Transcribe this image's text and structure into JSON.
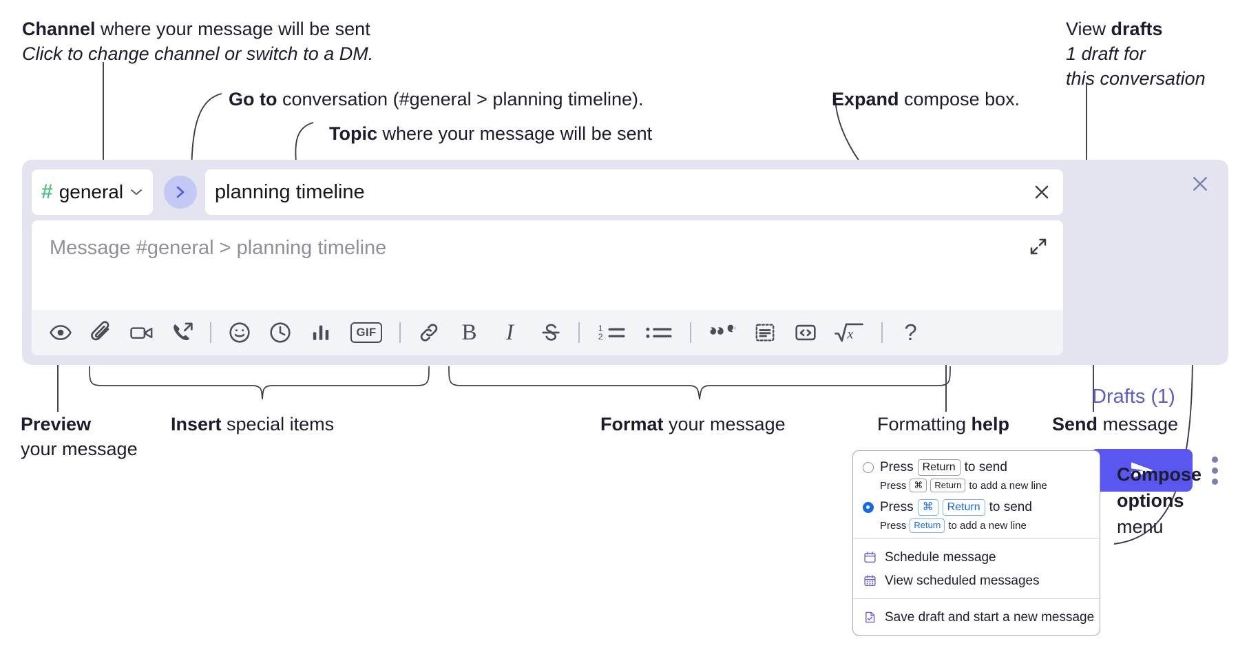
{
  "annotations": {
    "channel": {
      "line1_bold": "Channel",
      "line1_rest": " where your message will be sent",
      "line2_italic": "Click to change channel or switch to a DM."
    },
    "goto": {
      "bold": "Go to",
      "rest": " conversation (#general > planning timeline)."
    },
    "topic": {
      "bold": "Topic",
      "rest": " where your message will be sent"
    },
    "expand": {
      "bold": "Expand",
      "rest": " compose box."
    },
    "drafts": {
      "line1_plain": "View ",
      "line1_bold": "drafts",
      "line2_italic": "1 draft for",
      "line3_italic": "this conversation"
    },
    "preview": {
      "bold": "Preview",
      "line2": "your message"
    },
    "insert": {
      "bold": "Insert",
      "rest": " special items"
    },
    "format": {
      "bold": "Format",
      "rest": " your message"
    },
    "formatting_help": {
      "plain": "Formatting ",
      "bold": "help"
    },
    "send": {
      "bold": "Send",
      "rest": " message"
    },
    "compose_options": {
      "line1": "Compose",
      "line2": "options",
      "line3": "menu"
    }
  },
  "compose": {
    "channel": {
      "hash": "#",
      "name": "general",
      "chevron": "chevron-down"
    },
    "goto_button": {
      "glyph": "›"
    },
    "topic": {
      "value": "planning timeline",
      "clear": "close-icon"
    },
    "message": {
      "placeholder": "Message #general > planning timeline",
      "value": ""
    },
    "expand_icon": "expand-icon",
    "close_icon": "close-icon",
    "drafts_label": "Drafts (1)",
    "send_button": "send-icon",
    "overflow_button": "kebab-icon",
    "toolbar": [
      {
        "name": "preview-button",
        "icon": "eye",
        "kind": "svg"
      },
      {
        "name": "attach-button",
        "icon": "paperclip",
        "kind": "svg"
      },
      {
        "name": "video-clip-button",
        "icon": "video-camera",
        "kind": "svg"
      },
      {
        "name": "audio-clip-button",
        "icon": "phone-arrow",
        "kind": "svg"
      },
      {
        "name": "separator-1",
        "icon": "separator",
        "kind": "sep"
      },
      {
        "name": "emoji-button",
        "icon": "smiley",
        "kind": "svg"
      },
      {
        "name": "reminder-button",
        "icon": "clock",
        "kind": "svg"
      },
      {
        "name": "poll-button",
        "icon": "bar-chart",
        "kind": "svg"
      },
      {
        "name": "gif-button",
        "icon": "GIF",
        "kind": "gif"
      },
      {
        "name": "separator-2",
        "icon": "separator",
        "kind": "sep"
      },
      {
        "name": "link-button",
        "icon": "link",
        "kind": "svg"
      },
      {
        "name": "bold-button",
        "icon": "B",
        "kind": "bold"
      },
      {
        "name": "italic-button",
        "icon": "I",
        "kind": "ital"
      },
      {
        "name": "strikethrough-button",
        "icon": "strikethrough",
        "kind": "svg"
      },
      {
        "name": "separator-3",
        "icon": "separator",
        "kind": "sep"
      },
      {
        "name": "ordered-list-button",
        "icon": "ordered-list",
        "kind": "svg"
      },
      {
        "name": "bulleted-list-button",
        "icon": "bulleted-list",
        "kind": "svg"
      },
      {
        "name": "separator-4",
        "icon": "separator",
        "kind": "sep"
      },
      {
        "name": "blockquote-button",
        "icon": "quote",
        "kind": "svg"
      },
      {
        "name": "code-block-button",
        "icon": "code-block",
        "kind": "svg"
      },
      {
        "name": "inline-code-button",
        "icon": "inline-code",
        "kind": "svg"
      },
      {
        "name": "math-button",
        "icon": "square-root-x",
        "kind": "svg"
      },
      {
        "name": "separator-5",
        "icon": "separator",
        "kind": "sep"
      },
      {
        "name": "formatting-help-button",
        "icon": "?",
        "kind": "help"
      }
    ]
  },
  "menu": {
    "options": [
      {
        "selected": false,
        "main_pre": "Press",
        "main_keys": [
          "Return"
        ],
        "main_post": "to send",
        "sub_pre": "Press",
        "sub_keys": [
          "⌘",
          "Return"
        ],
        "sub_post": "to add a new line"
      },
      {
        "selected": true,
        "main_pre": "Press",
        "main_keys": [
          "⌘",
          "Return"
        ],
        "main_post": "to send",
        "sub_pre": "Press",
        "sub_keys": [
          "Return"
        ],
        "sub_post": "to add a new line"
      }
    ],
    "items": [
      {
        "icon": "calendar-icon",
        "label": "Schedule message"
      },
      {
        "icon": "calendar-grid-icon",
        "label": "View scheduled messages"
      },
      {
        "icon": "file-check-icon",
        "label": "Save draft and start a new message"
      }
    ]
  },
  "colors": {
    "compose_bg": "#e3e4f0",
    "toolbar_bg": "#f3f4f8",
    "send_purple": "#5a56f0",
    "drafts_text": "#5a5fc0",
    "hash_green": "#54c08a",
    "goto_blue": "#4a5bdb",
    "goto_chip": "#c3c8f5",
    "radio_blue": "#1668e3",
    "menu_icon_purple": "#6b62d6",
    "anno_text": "#1d1c2e"
  }
}
